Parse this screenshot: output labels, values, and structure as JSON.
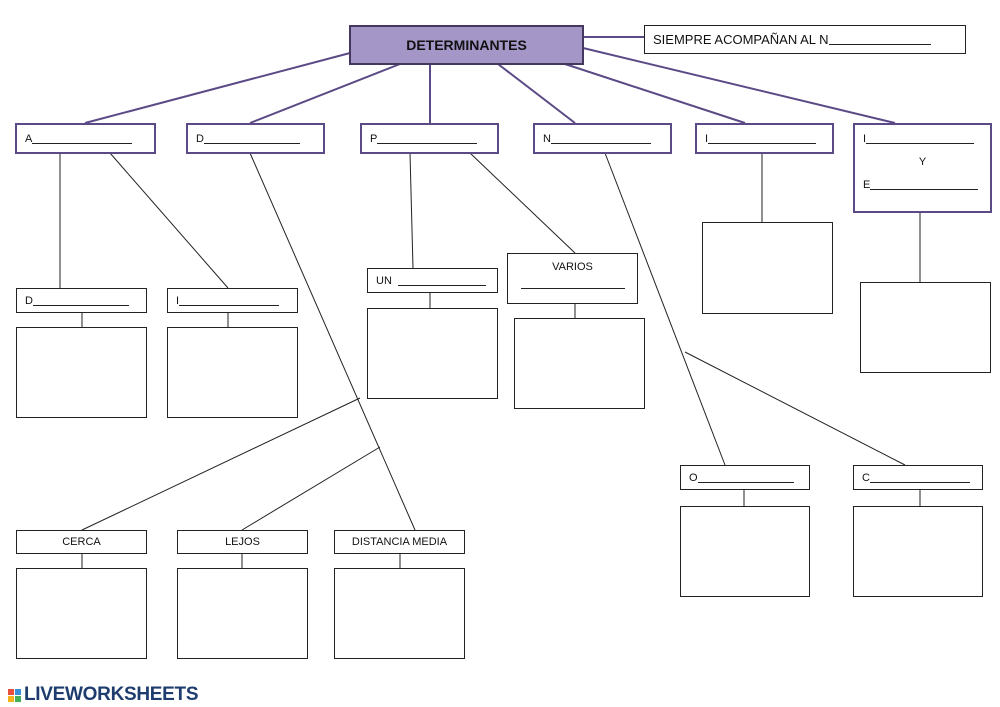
{
  "root": {
    "label": "DETERMINANTES"
  },
  "note": {
    "label": "SIEMPRE ACOMPAÑAN AL N"
  },
  "categories": [
    {
      "letter": "A"
    },
    {
      "letter": "D"
    },
    {
      "letter": "P"
    },
    {
      "letter": "N"
    },
    {
      "letter": "I"
    },
    {
      "letter": "I",
      "middle": "Y",
      "second_letter": "E"
    }
  ],
  "articulos": {
    "sub1": "D",
    "sub2": "I"
  },
  "posesivos": {
    "un_label": "UN",
    "varios_label": "VARIOS"
  },
  "demostrativos": {
    "cerca": "CERCA",
    "lejos": "LEJOS",
    "distancia": "DISTANCIA MEDIA"
  },
  "numerales": {
    "sub1": "O",
    "sub2": "C"
  },
  "logo": {
    "text": "LIVEWORKSHEETS",
    "colors": [
      "#e94e3c",
      "#3b8ed8",
      "#f6b21a",
      "#45b05a"
    ]
  }
}
